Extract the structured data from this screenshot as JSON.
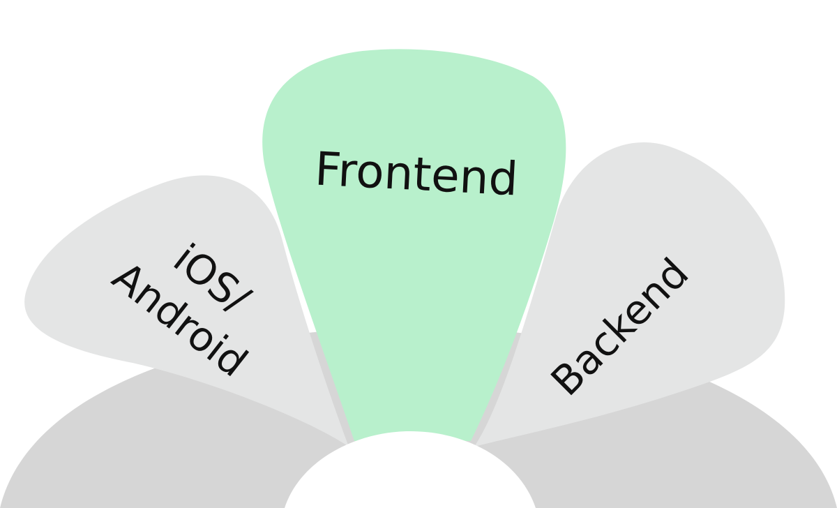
{
  "colors": {
    "background": "#ffffff",
    "outer_arc": "#d6d6d6",
    "petal_inactive": "#e4e5e5",
    "petal_active": "#b8f0cc",
    "hub": "#ffffff",
    "text": "#111111"
  },
  "petals": [
    {
      "label_line1": "iOS/",
      "label_line2": "Android",
      "active": false
    },
    {
      "label": "Frontend",
      "active": true
    },
    {
      "label": "Backend",
      "active": false
    }
  ]
}
